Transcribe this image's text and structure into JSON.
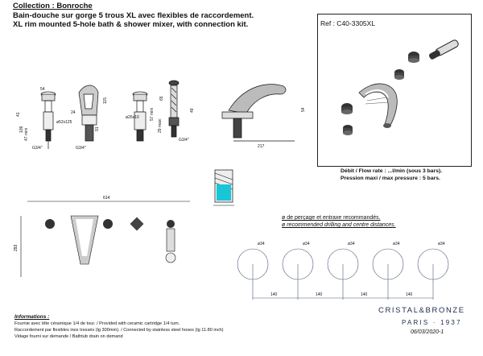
{
  "header": {
    "collection": "Collection : Bonroche",
    "title_fr": "Bain-douche sur gorge 5 trous XL avec flexibles de raccordement.",
    "title_en": "XL rim mounted 5-hole bath & shower mixer, with connection kit."
  },
  "reference": "Ref : C40-3305XL",
  "specs": {
    "flow_rate": "Débit / Flow rate : ...l/min (sous 3 bars).",
    "pressure": "Pression maxi / max pressure : 5 bars."
  },
  "drilling": {
    "fr": "ø de perçage et entraxe recommandés.",
    "en": "ø recommended drilling and centre distances.",
    "holes": [
      "ø34",
      "ø34",
      "ø34",
      "ø34",
      "ø34"
    ],
    "spacing": [
      "140",
      "140",
      "140",
      "140"
    ]
  },
  "dimensions": {
    "top": {
      "d54": "54",
      "d115": "115",
      "d65": "65",
      "d49": "49",
      "d57": "57 mini",
      "d29": "29 maxi",
      "d24": "24",
      "d52": "ø52x125",
      "d26": "ø26x10",
      "g34a": "G3/4\"",
      "g34b": "G3/4\"",
      "g34c": "G3/4\"",
      "d109": "109",
      "d47": "47 mini",
      "d91": "91",
      "d41": "41",
      "d217": "217",
      "d54b": "54"
    },
    "plan": {
      "d614": "614",
      "d293": "293"
    }
  },
  "info": {
    "heading": "Informations :",
    "lines": [
      "Fournie avec tête céramique 1/4 de tour. / Provided with ceramic cartridge 1/4 turn.",
      "Raccordement par flexibles inox tressés (lg 300mm). / Connected by stainless steel hoses (lg 11.80 inch)",
      "Vidage fourni sur demande / Bathtub drain on demand"
    ]
  },
  "brand": {
    "name": "CRISTAL&BRONZE",
    "city": "PARIS · 1937",
    "date": "06/03/2020-1"
  }
}
